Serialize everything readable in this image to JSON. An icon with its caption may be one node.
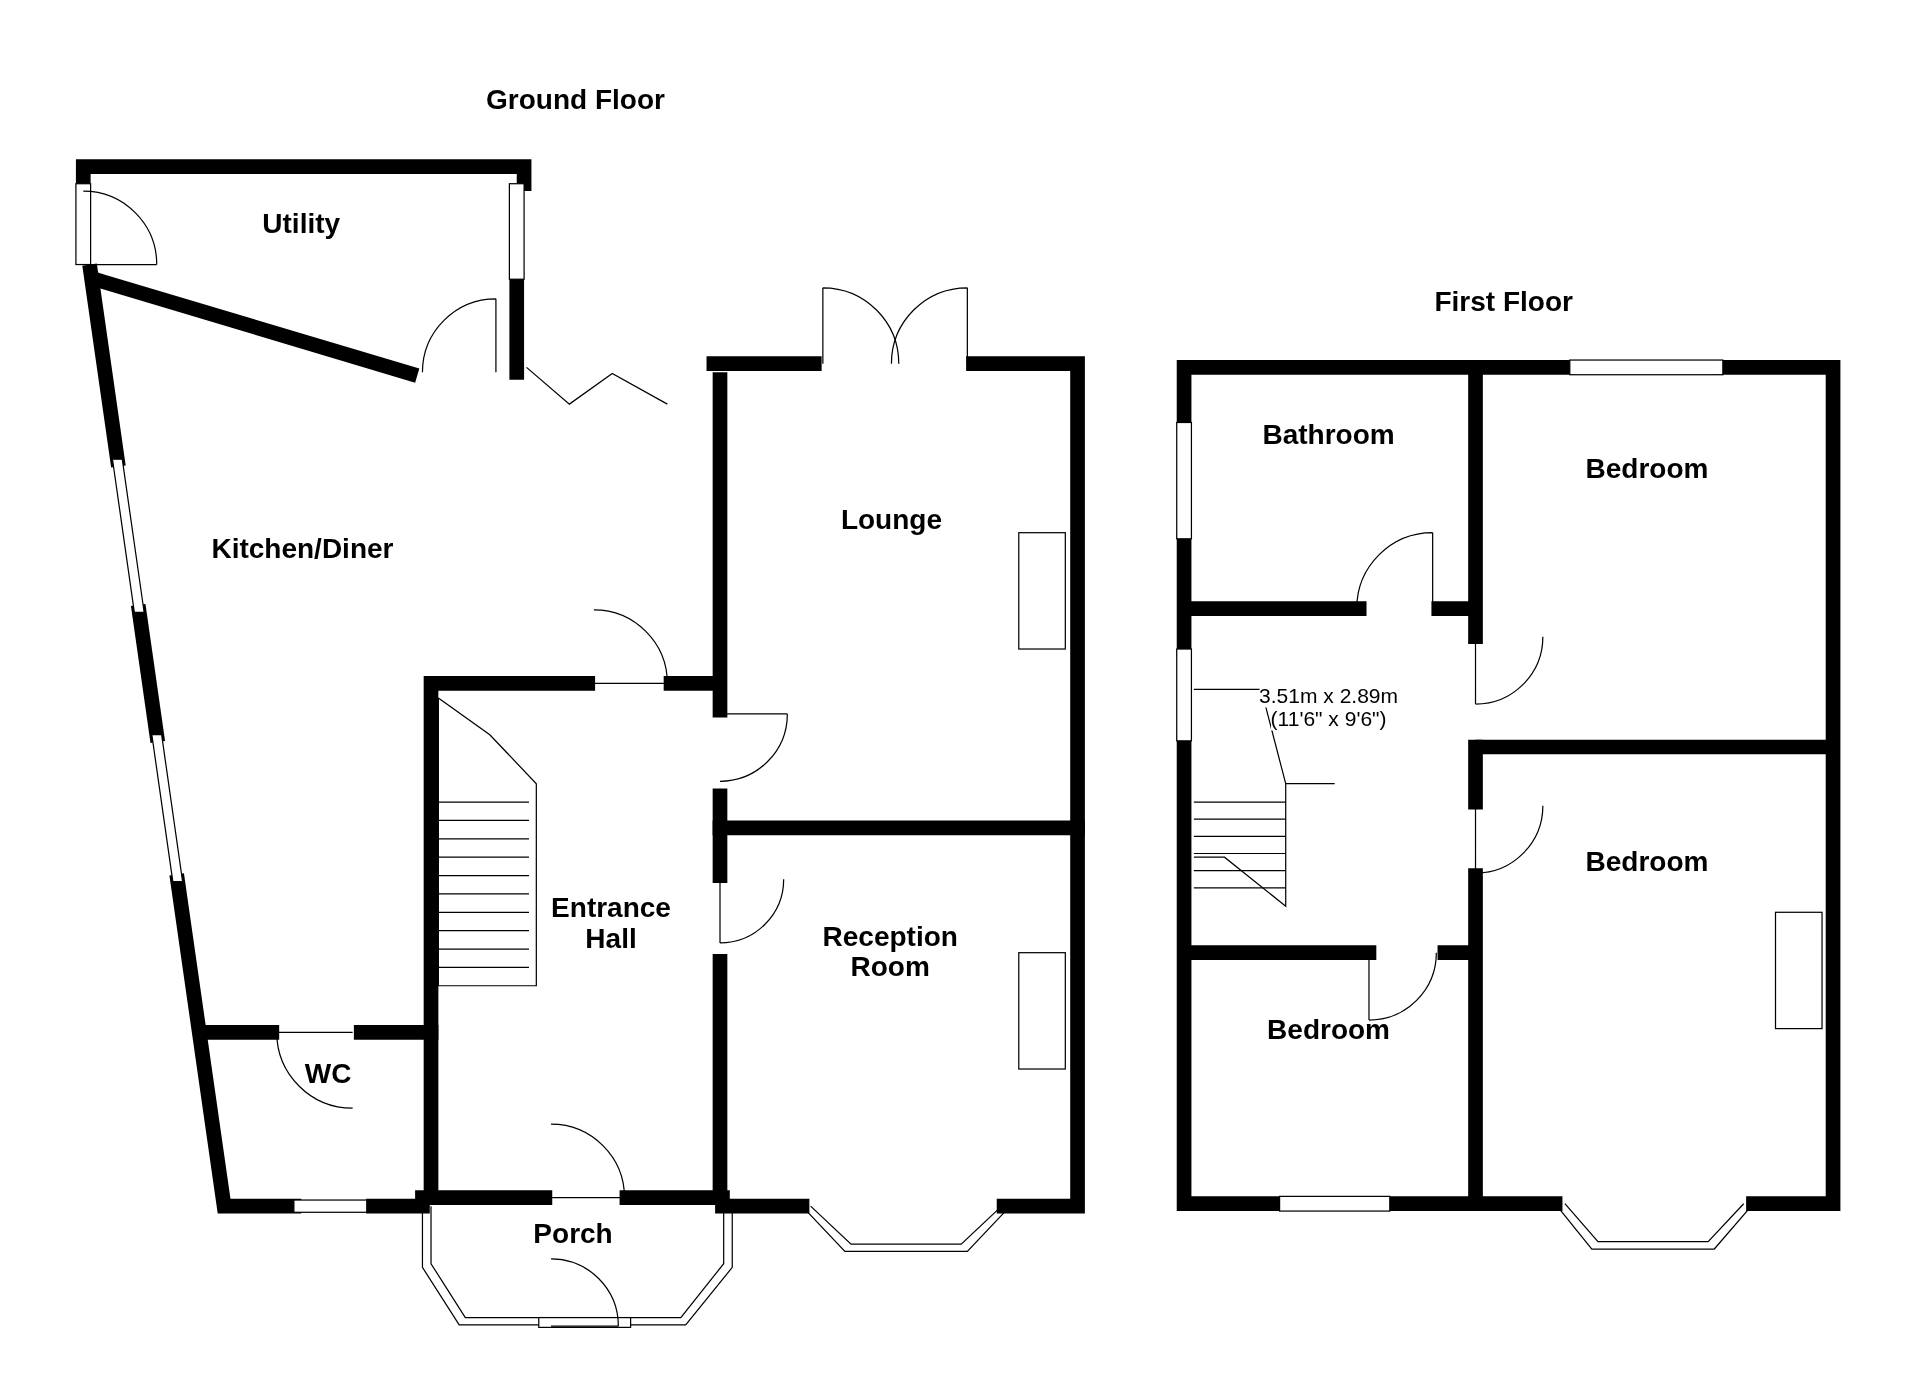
{
  "diagram": {
    "labels": [
      "Ground Floor",
      "Utility",
      "Kitchen/Diner",
      "Lounge",
      "Entrance Hall",
      "Reception Room",
      "WC",
      "Porch",
      "First Floor",
      "Bathroom",
      "Bedroom",
      "3.51m x 2.89m",
      "(11'6\" x 9'6\")",
      "Bedroom",
      "Bedroom"
    ]
  }
}
